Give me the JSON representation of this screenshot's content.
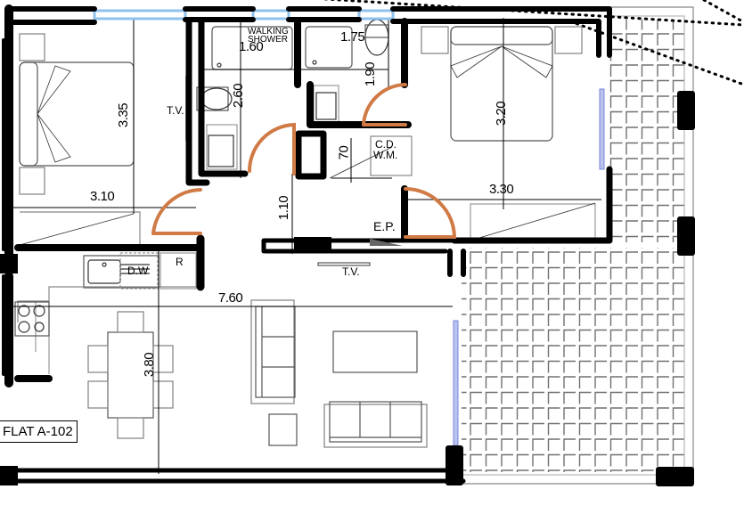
{
  "plan": {
    "flat_label": "FLAT A-102",
    "colors": {
      "wall": "#000000",
      "door": "#d07a45",
      "window": "#8fc2ee",
      "sliding_window": "#8090d8",
      "furniture": "#808080",
      "tile": "#707070"
    }
  },
  "rooms": [
    {
      "name": "bedroom-1",
      "dims": [
        "3.35",
        "3.10"
      ],
      "label": "T.V."
    },
    {
      "name": "bathroom-1",
      "label": "WALKING SHOWER",
      "dims": [
        "1.60",
        "2.60"
      ]
    },
    {
      "name": "bathroom-2",
      "dims": [
        "1.75",
        "1.90"
      ]
    },
    {
      "name": "laundry",
      "label": "C.D. W.M.",
      "dims": [
        "70"
      ]
    },
    {
      "name": "master-bedroom",
      "dims": [
        "3.20",
        "3.30"
      ]
    },
    {
      "name": "hall",
      "dims": [
        "1.10"
      ],
      "labels": [
        "E.P.",
        "T.V."
      ]
    },
    {
      "name": "kitchen-living",
      "dims": [
        "7.60",
        "3.80"
      ],
      "labels": [
        "D.W",
        "R"
      ]
    },
    {
      "name": "terrace"
    }
  ],
  "labels": {
    "dim_335": "3.35",
    "dim_310": "3.10",
    "tv_bedroom": "T.V.",
    "walking": "WALKING",
    "shower": "SHOWER",
    "dim_160": "1.60",
    "dim_260": "2.60",
    "dim_175": "1.75",
    "dim_190": "1.90",
    "dim_70": "70",
    "cd": "C.D.",
    "wm": "W.M.",
    "dim_320": "3.20",
    "dim_330": "3.30",
    "dim_110": "1.10",
    "ep": "E.P.",
    "tv_hall": "T.V.",
    "dw": "D.W",
    "r": "R",
    "dim_760": "7.60",
    "dim_380": "3.80"
  }
}
